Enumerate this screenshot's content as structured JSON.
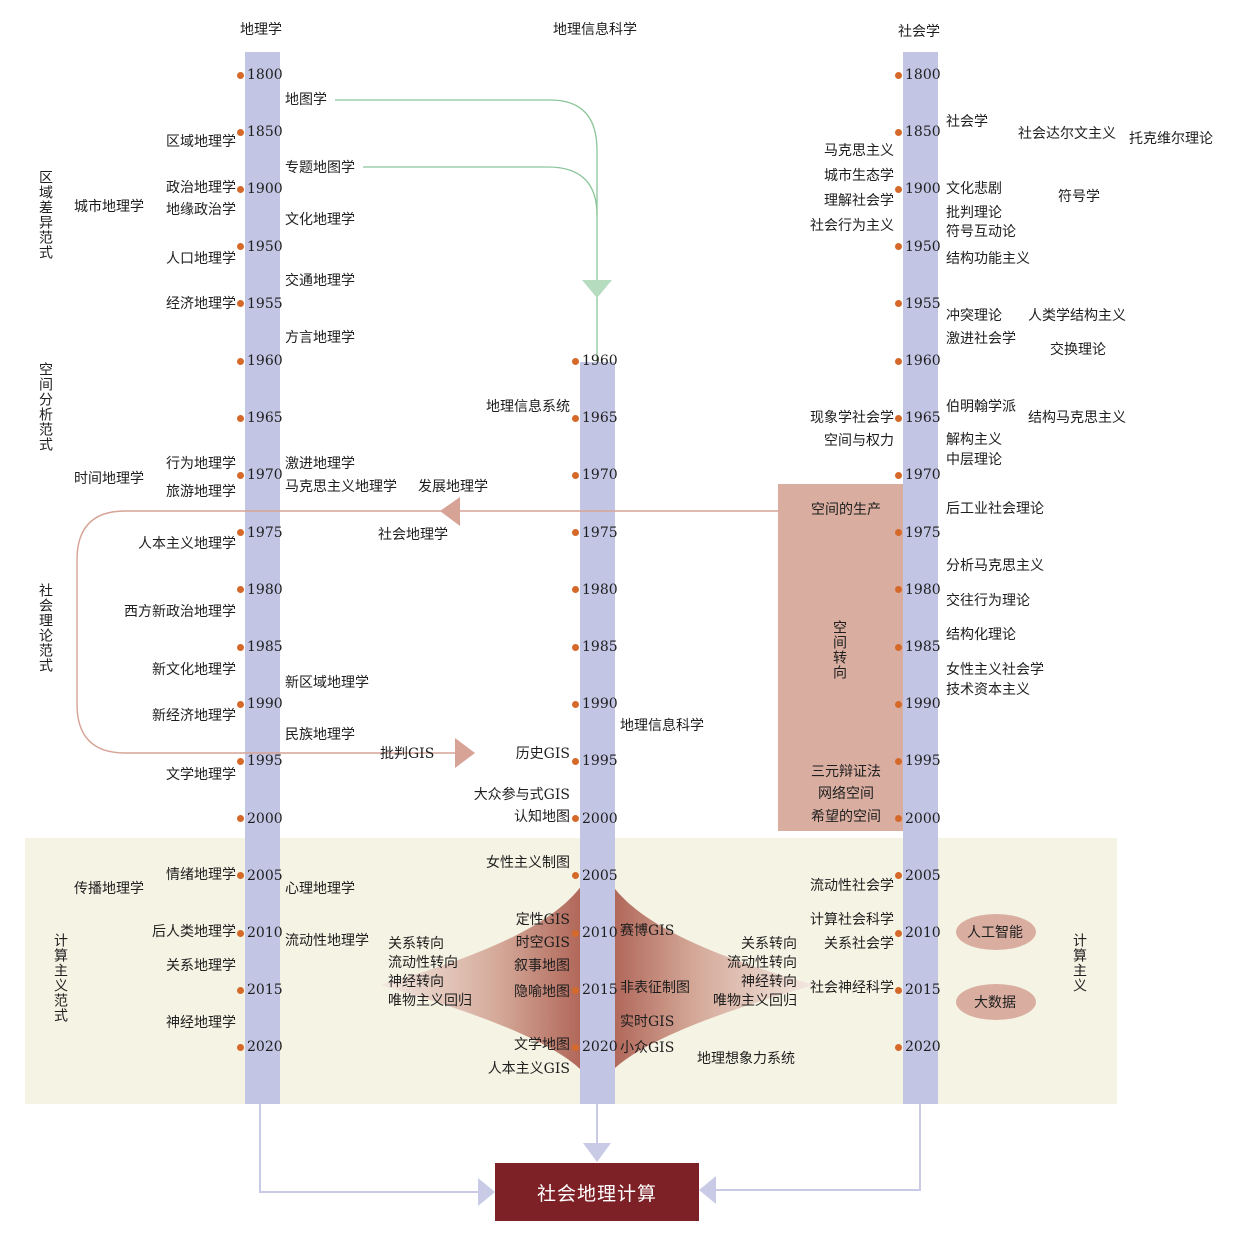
{
  "headers": {
    "geography": "地理学",
    "gis": "地理信息科学",
    "sociology": "社会学"
  },
  "years": {
    "geography": [
      "1800",
      "1850",
      "1900",
      "1950",
      "1955",
      "1960",
      "1965",
      "1970",
      "1975",
      "1980",
      "1985",
      "1990",
      "1995",
      "2000",
      "2005",
      "2010",
      "2015",
      "2020"
    ],
    "gis": [
      "1960",
      "1965",
      "1970",
      "1975",
      "1980",
      "1985",
      "1990",
      "1995",
      "2000",
      "2005",
      "2010",
      "2015",
      "2020"
    ],
    "sociology": [
      "1800",
      "1850",
      "1900",
      "1950",
      "1955",
      "1960",
      "1965",
      "1970",
      "1975",
      "1980",
      "1985",
      "1990",
      "1995",
      "2000",
      "2005",
      "2010",
      "2015",
      "2020"
    ]
  },
  "paradigms": {
    "regional": "区域差异范式",
    "spatial": "空间分析范式",
    "social": "社会理论范式",
    "computational": "计算主义范式"
  },
  "geo_left": {
    "regional_geography": "区域地理学",
    "political_geography": "政治地理学",
    "urban_geography": "城市地理学",
    "geopolitics": "地缘政治学",
    "population_geography": "人口地理学",
    "economic_geography": "经济地理学",
    "behavioral_geography": "行为地理学",
    "time_geography": "时间地理学",
    "tourism_geography": "旅游地理学",
    "humanistic_geography": "人本主义地理学",
    "new_political_geography": "西方新政治地理学",
    "new_cultural_geography": "新文化地理学",
    "new_economic_geography": "新经济地理学",
    "literary_geography": "文学地理学",
    "emotional_geography": "情绪地理学",
    "communication_geography": "传播地理学",
    "posthuman_geography": "后人类地理学",
    "relational_geography": "关系地理学",
    "neuro_geography": "神经地理学"
  },
  "geo_right": {
    "cartography": "地图学",
    "thematic_cartography": "专题地图学",
    "cultural_geography": "文化地理学",
    "transport_geography": "交通地理学",
    "dialect_geography": "方言地理学",
    "radical_geography": "激进地理学",
    "marxist_geography": "马克思主义地理学",
    "development_geography": "发展地理学",
    "social_geography": "社会地理学",
    "new_regional_geography": "新区域地理学",
    "ethnic_geography": "民族地理学",
    "critical_gis": "批判GIS",
    "psychological_geography": "心理地理学",
    "mobility_geography": "流动性地理学"
  },
  "gis_left": {
    "gis_system": "地理信息系统",
    "historical_gis": "历史GIS",
    "ppgis": "大众参与式GIS",
    "cognitive_map": "认知地图",
    "feminist_mapping": "女性主义制图",
    "qualitative_gis": "定性GIS",
    "spatiotemporal_gis": "时空GIS",
    "narrative_map": "叙事地图",
    "metaphor_map": "隐喻地图",
    "literary_map": "文学地图",
    "humanistic_gis": "人本主义GIS"
  },
  "gis_right": {
    "gis_science": "地理信息科学",
    "cyber_gis": "赛博GIS",
    "non_rep_mapping": "非表征制图",
    "practice_gis": "实时GIS",
    "minor_gis": "小众GIS",
    "geo_imagination": "地理想象力系统"
  },
  "turns": [
    "关系转向",
    "流动性转向",
    "神经转向",
    "唯物主义回归"
  ],
  "soc_left": {
    "marxism": "马克思主义",
    "urban_ecology": "城市生态学",
    "interpretive": "理解社会学",
    "social_behaviorism": "社会行为主义",
    "phenomenological": "现象学社会学",
    "space_power": "空间与权力",
    "mobility_sociology": "流动性社会学",
    "computational_sociology": "计算社会科学",
    "relational_sociology": "关系社会学",
    "neuro_sociology": "社会神经科学"
  },
  "soc_right": {
    "sociology": "社会学",
    "social_darwinism": "社会达尔文主义",
    "tocquevillian": "托克维尔理论",
    "cultural_tragedy": "文化悲剧",
    "semiotics": "符号学",
    "critical_theory": "批判理论",
    "symbolic_interaction": "符号互动论",
    "structural_functionalism": "结构功能主义",
    "conflict_theory": "冲突理论",
    "anthropological_structuralism": "人类学结构主义",
    "radical_sociology": "激进社会学",
    "exchange_theory": "交换理论",
    "birmingham": "伯明翰学派",
    "structural_marxism": "结构马克思主义",
    "deconstruction": "解构主义",
    "middle_range": "中层理论",
    "post_industrial": "后工业社会理论",
    "analytical_marxism": "分析马克思主义",
    "communicative_action": "交往行为理论",
    "structuration": "结构化理论",
    "feminist_sociology": "女性主义社会学",
    "technocapitalism": "技术资本主义"
  },
  "spatial_turn": {
    "production": "空间的生产",
    "label": "空间转向",
    "trialectics": "三元辩证法",
    "cyberspace": "网络空间",
    "spaces_of_hope": "希望的空间"
  },
  "computationalism": {
    "ai": "人工智能",
    "big_data": "大数据",
    "label": "计算主义"
  },
  "final": "社会地理计算",
  "colors": {
    "bar": "#c2c5e3",
    "dot": "#d4692a",
    "green_line": "#8cc59a",
    "spatial_box": "#d9aea1",
    "computing_band": "#f5f3e4",
    "final_box": "#7d2127",
    "arrow_blue": "#c9cbe6",
    "arrow_pink": "#d6a396"
  }
}
